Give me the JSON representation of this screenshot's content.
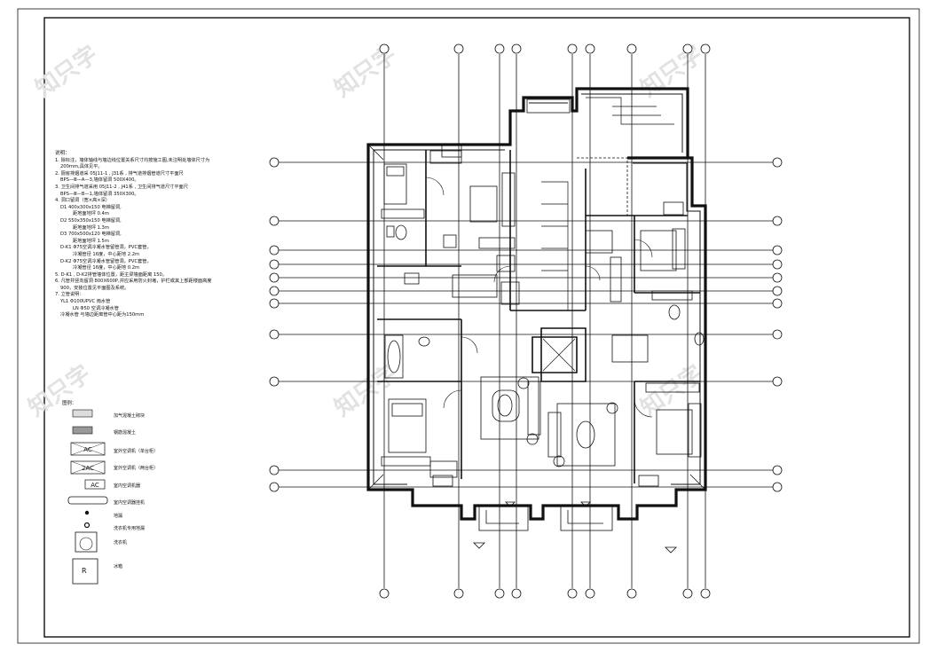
{
  "notes": {
    "title": "说明：",
    "items": [
      {
        "text": "1. 除标注，墙体轴线与墙边线位置关系尺寸均按施工图,未注明处墙体尺寸为",
        "cls": ""
      },
      {
        "text": "200mm,具体见平。",
        "cls": "indent"
      },
      {
        "text": "2. 厨房排烟道采 05J11-1 , J31系 , 排气道排烟管道尺寸平面尺",
        "cls": ""
      },
      {
        "text": "BPS—Ⅲ—A—3,墙体留洞 500X400。",
        "cls": "indent"
      },
      {
        "text": "3. 卫生间排气道采用 05J11-2 , J41系 , 卫生间排气道尺寸平面尺",
        "cls": ""
      },
      {
        "text": "BPS—Ⅲ—B—1,墙体留洞 350X300。",
        "cls": "indent"
      },
      {
        "text": "4. 洞口留洞（宽×高×深）",
        "cls": ""
      },
      {
        "text": "D1      400x300x150  电梯留洞,",
        "cls": "indent"
      },
      {
        "text": "距地面地坪 0.4m",
        "cls": "indent2"
      },
      {
        "text": "D2      550x350x150  电梯留洞,",
        "cls": "indent"
      },
      {
        "text": "距地面地坪 1.3m",
        "cls": "indent2"
      },
      {
        "text": "D3      700x500x120  电梯留洞,",
        "cls": "indent"
      },
      {
        "text": "距地面地坪 1.5m",
        "cls": "indent2"
      },
      {
        "text": "D-K1  Φ75空调冷凝水管留管洞，PVC套管，",
        "cls": "indent"
      },
      {
        "text": "冷凝管径 16度，中心距地                        2.2m",
        "cls": "indent2"
      },
      {
        "text": "D-K2  Φ75空调冷凝水管留管洞，PVC套管，",
        "cls": "indent"
      },
      {
        "text": "冷凝管径 16度，中心距地                        0.2m",
        "cls": "indent2"
      },
      {
        "text": "5. D-K1 , D-K2排管墙体位置，距主梁墙面距离 150。",
        "cls": ""
      },
      {
        "text": "6. 凡管井竖向留洞 800X600P,并应采用防火封堵，护栏或其上部距楼面高度",
        "cls": ""
      },
      {
        "text": "900，安装位置见平面图及系统。",
        "cls": "indent"
      },
      {
        "text": "7. 立管说明：",
        "cls": ""
      },
      {
        "text": "YL1     Φ100UPVC 雨水管",
        "cls": "indent"
      },
      {
        "text": "LN        Φ50 空调冷凝水管",
        "cls": "indent2"
      },
      {
        "text": "冷凝水管 与墙边距离管中心距为150mm",
        "cls": "indent"
      }
    ]
  },
  "legend": {
    "title": "图例：",
    "items": [
      {
        "label": "加气混凝土砌块"
      },
      {
        "label": "钢筋混凝土"
      },
      {
        "label": "室外空调机（单台柜）",
        "symbol": "AC"
      },
      {
        "label": "室外空调机（两台柜）",
        "symbol": "2AC"
      },
      {
        "label": "室内空调机器",
        "symbol": "AC"
      },
      {
        "label": "室内空调器挂机"
      },
      {
        "label": "地漏"
      },
      {
        "label": "洗衣机专用地漏"
      },
      {
        "label": "洗衣机"
      },
      {
        "label": "冰箱",
        "symbol": "R"
      }
    ]
  },
  "plan": {
    "watermark": "知只字"
  },
  "colors": {
    "line": "#111111",
    "paper": "#ffffff",
    "watermark": "#e4e4e4"
  }
}
